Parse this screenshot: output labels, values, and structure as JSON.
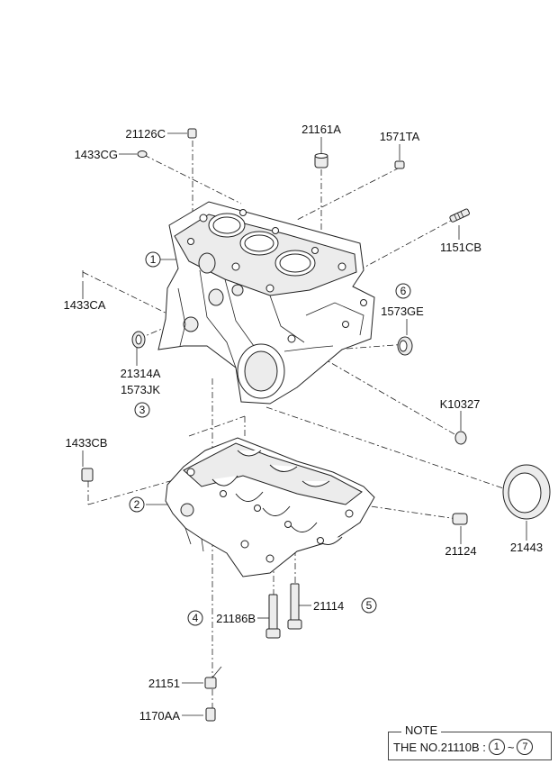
{
  "callouts": [
    {
      "id": "21126C",
      "text": "21126C"
    },
    {
      "id": "1433CG",
      "text": "1433CG"
    },
    {
      "id": "21161A",
      "text": "21161A"
    },
    {
      "id": "1571TA",
      "text": "1571TA"
    },
    {
      "id": "1151CB",
      "text": "1151CB"
    },
    {
      "id": "1433CA",
      "text": "1433CA"
    },
    {
      "id": "21314A",
      "text": "21314A"
    },
    {
      "id": "1573JK",
      "text": "1573JK"
    },
    {
      "id": "1573GE",
      "text": "1573GE"
    },
    {
      "id": "K10327",
      "text": "K10327"
    },
    {
      "id": "1433CB",
      "text": "1433CB"
    },
    {
      "id": "21124",
      "text": "21124"
    },
    {
      "id": "21443",
      "text": "21443"
    },
    {
      "id": "21114",
      "text": "21114"
    },
    {
      "id": "21186B",
      "text": "21186B"
    },
    {
      "id": "21151",
      "text": "21151"
    },
    {
      "id": "1170AA",
      "text": "1170AA"
    }
  ],
  "circled_numbers": [
    "1",
    "2",
    "3",
    "4",
    "5",
    "6"
  ],
  "note": {
    "title": "NOTE",
    "prefix": "THE NO.21110B :",
    "range_start": "1",
    "separator": "~",
    "range_end": "7"
  }
}
